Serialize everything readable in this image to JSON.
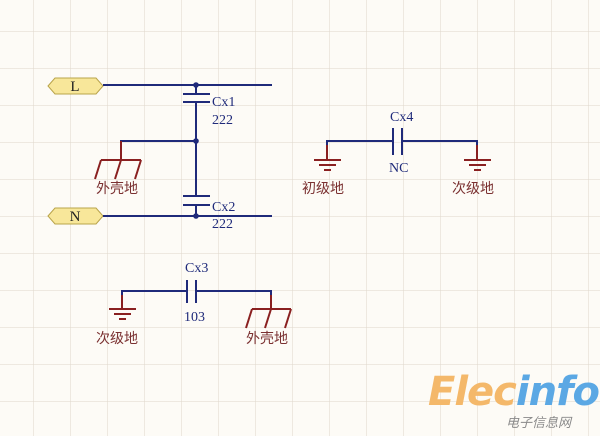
{
  "ports": {
    "line": "L",
    "neutral": "N"
  },
  "components": {
    "cx1": {
      "ref": "Cx1",
      "value": "222"
    },
    "cx2": {
      "ref": "Cx2",
      "value": "222"
    },
    "cx3": {
      "ref": "Cx3",
      "value": "103"
    },
    "cx4": {
      "ref": "Cx4",
      "value": "NC"
    }
  },
  "grounds": {
    "chassis_1": "外壳地",
    "chassis_2": "外壳地",
    "primary": "初级地",
    "secondary_1": "次级地",
    "secondary_2": "次级地"
  },
  "colors": {
    "wire": "#1f2a7a",
    "ground": "#8a2020",
    "port_fill": "#f8e79a"
  },
  "logo": {
    "part1": "Elec",
    "part2": "info",
    "subtitle": "电子信息网"
  }
}
